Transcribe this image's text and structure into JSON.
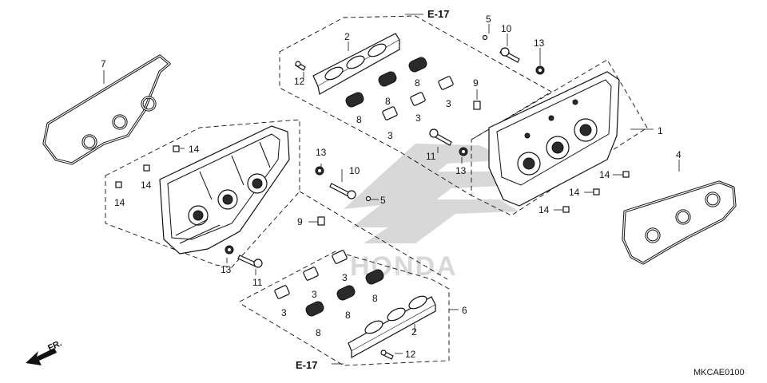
{
  "callouts": [
    {
      "id": "c1",
      "text": "1"
    },
    {
      "id": "c2a",
      "text": "2"
    },
    {
      "id": "c2b",
      "text": "2"
    },
    {
      "id": "c3a",
      "text": "3"
    },
    {
      "id": "c3b",
      "text": "3"
    },
    {
      "id": "c3c",
      "text": "3"
    },
    {
      "id": "c3d",
      "text": "3"
    },
    {
      "id": "c3e",
      "text": "3"
    },
    {
      "id": "c3f",
      "text": "3"
    },
    {
      "id": "c4",
      "text": "4"
    },
    {
      "id": "c5a",
      "text": "5"
    },
    {
      "id": "c5b",
      "text": "5"
    },
    {
      "id": "c6",
      "text": "6"
    },
    {
      "id": "c7",
      "text": "7"
    },
    {
      "id": "c8a",
      "text": "8"
    },
    {
      "id": "c8b",
      "text": "8"
    },
    {
      "id": "c8c",
      "text": "8"
    },
    {
      "id": "c8d",
      "text": "8"
    },
    {
      "id": "c8e",
      "text": "8"
    },
    {
      "id": "c8f",
      "text": "8"
    },
    {
      "id": "c9a",
      "text": "9"
    },
    {
      "id": "c9b",
      "text": "9"
    },
    {
      "id": "c10a",
      "text": "10"
    },
    {
      "id": "c10b",
      "text": "10"
    },
    {
      "id": "c11a",
      "text": "11"
    },
    {
      "id": "c11b",
      "text": "11"
    },
    {
      "id": "c12a",
      "text": "12"
    },
    {
      "id": "c12b",
      "text": "12"
    },
    {
      "id": "c13a",
      "text": "13"
    },
    {
      "id": "c13b",
      "text": "13"
    },
    {
      "id": "c13c",
      "text": "13"
    },
    {
      "id": "c13d",
      "text": "13"
    },
    {
      "id": "c14a",
      "text": "14"
    },
    {
      "id": "c14b",
      "text": "14"
    },
    {
      "id": "c14c",
      "text": "14"
    },
    {
      "id": "c14d",
      "text": "14"
    },
    {
      "id": "c14e",
      "text": "14"
    },
    {
      "id": "c14f",
      "text": "14"
    }
  ],
  "refs": {
    "e17_top": "E-17",
    "e17_bottom": "E-17"
  },
  "direction_label": "FR.",
  "diagram_code": "MKCAE0100",
  "watermark_text": "HONDA"
}
